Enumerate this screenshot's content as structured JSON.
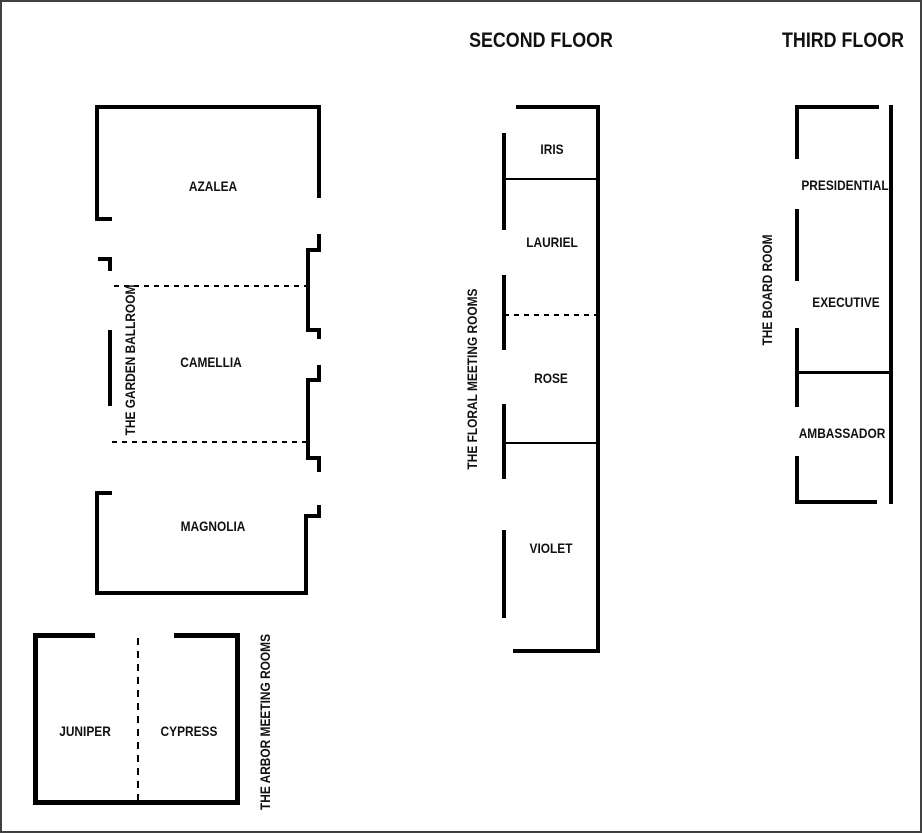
{
  "canvas": {
    "background": "#ffffff",
    "border_color": "#404040",
    "line_color": "#000000"
  },
  "titles": {
    "second_floor": "SECOND FLOOR",
    "third_floor": "THIRD FLOOR"
  },
  "areas": {
    "garden_ballroom": {
      "label": "THE GARDEN BALLROOM",
      "rooms": {
        "azalea": "AZALEA",
        "camellia": "CAMELLIA",
        "magnolia": "MAGNOLIA"
      }
    },
    "arbor": {
      "label": "THE ARBOR MEETING ROOMS",
      "rooms": {
        "juniper": "JUNIPER",
        "cypress": "CYPRESS"
      }
    },
    "floral": {
      "label": "THE FLORAL MEETING ROOMS",
      "rooms": {
        "iris": "IRIS",
        "lauriel": "LAURIEL",
        "rose": "ROSE",
        "violet": "VIOLET"
      }
    },
    "board": {
      "label": "THE BOARD ROOM",
      "rooms": {
        "presidential": "PRESIDENTIAL",
        "executive": "EXECUTIVE",
        "ambassador": "AMBASSADOR"
      }
    }
  }
}
